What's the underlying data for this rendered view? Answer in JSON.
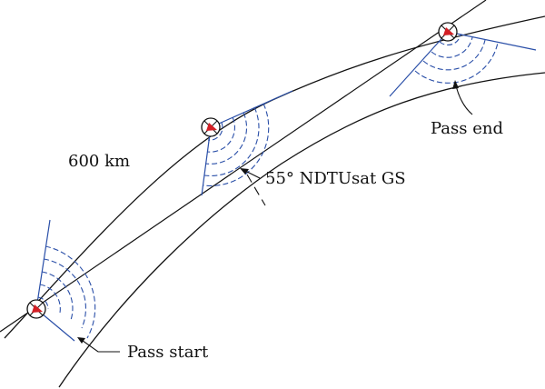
{
  "labels": {
    "orbit_altitude": "600 km",
    "ground_station": "55° NDTUsat GS",
    "pass_end": "Pass end",
    "pass_start": "Pass start"
  },
  "satellites": [
    {
      "id": "pass-start"
    },
    {
      "id": "mid-pass"
    },
    {
      "id": "pass-end"
    }
  ],
  "colors": {
    "beam": "#2a4fa8",
    "satellite_marker": "#d31f25",
    "lines": "#111111"
  }
}
